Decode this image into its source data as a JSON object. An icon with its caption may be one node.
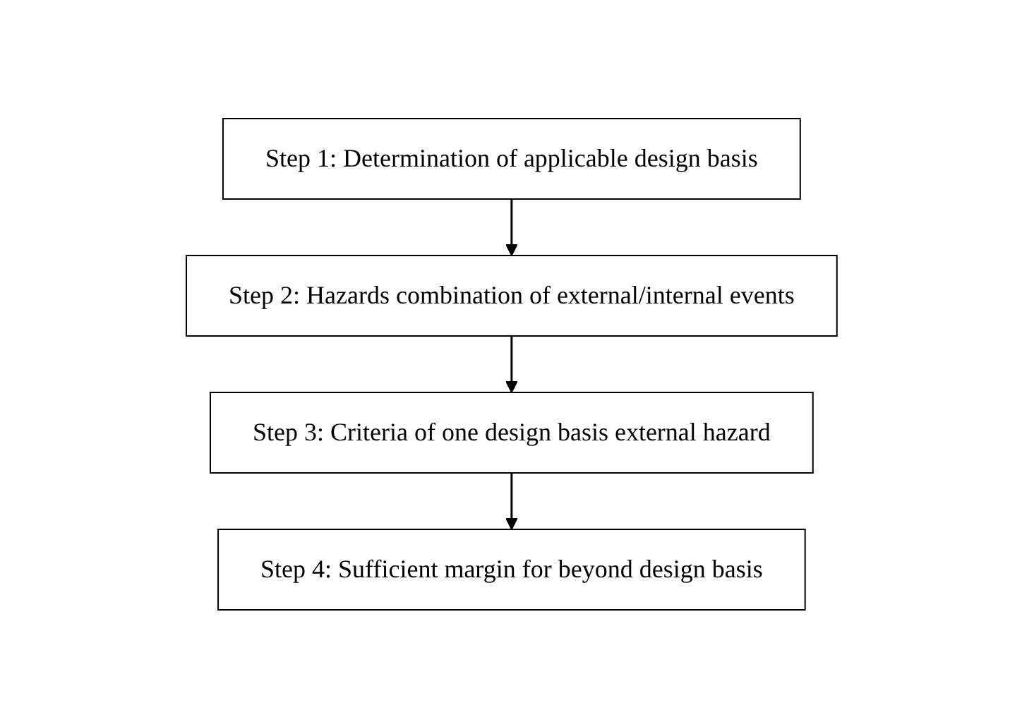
{
  "diagram": {
    "nodes": [
      {
        "text": [
          "Step 1: Determination of applicable design basis"
        ]
      },
      {
        "text": [
          "Step 2: Hazards combination of external/internal events"
        ]
      },
      {
        "text": [
          "Step 3: Criteria of one design basis external hazard"
        ]
      },
      {
        "text": [
          "Step 4: Sufficient margin for beyond design basis"
        ]
      }
    ],
    "edges": [
      {
        "from": 0,
        "to": 1,
        "arrow": "to"
      },
      {
        "from": 1,
        "to": 2,
        "arrow": "to"
      },
      {
        "from": 2,
        "to": 3,
        "arrow": "to"
      }
    ]
  }
}
